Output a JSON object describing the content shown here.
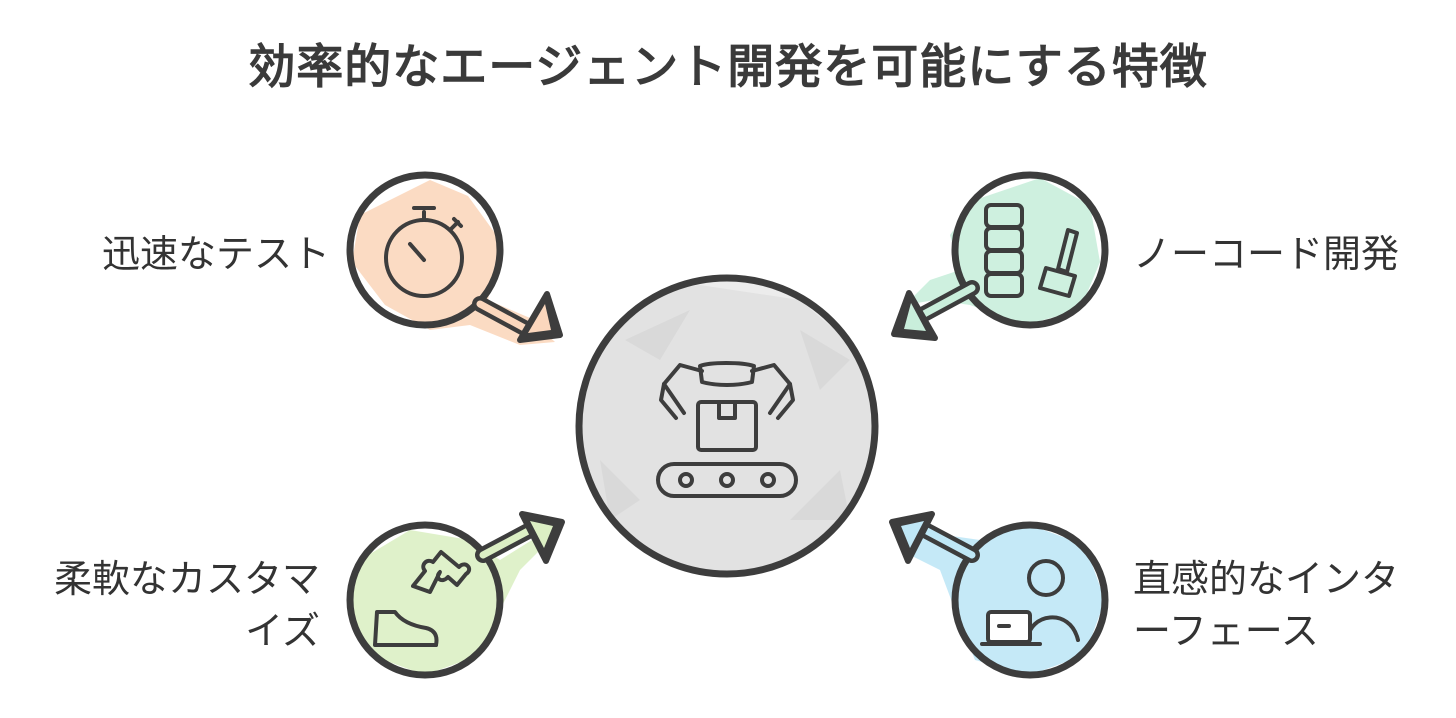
{
  "title": "効率的なエージェント開発を可能にする特徴",
  "features": {
    "top_left": {
      "label": "迅速なテスト",
      "color": "#fbd7bd",
      "icon": "stopwatch-icon"
    },
    "top_right": {
      "label": "ノーコード開発",
      "color": "#c9eedb",
      "icon": "blocks-hammer-icon"
    },
    "bottom_left": {
      "label_line1": "柔軟なカスタマ",
      "label_line2": "イズ",
      "color": "#dcefc4",
      "icon": "puzzle-shoe-icon"
    },
    "bottom_right": {
      "label_line1": "直感的なインタ",
      "label_line2": "ーフェース",
      "color": "#bfe7f6",
      "icon": "user-laptop-icon"
    }
  },
  "center": {
    "color": "#e6e6e6",
    "icon": "robot-arm-conveyor-icon"
  },
  "stroke_color": "#3d3d3d"
}
